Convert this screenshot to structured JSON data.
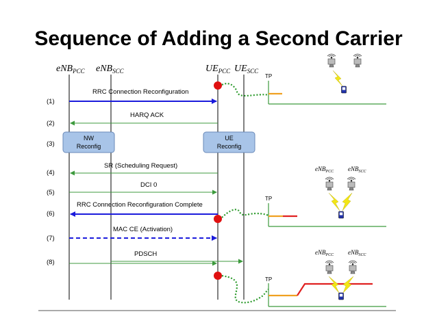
{
  "title": "Sequence of Adding a Second Carrier",
  "nodes": {
    "enb_pcc": {
      "main": "eNB",
      "sub": "PCC"
    },
    "enb_scc": {
      "main": "eNB",
      "sub": "SCC"
    },
    "ue_pcc": {
      "main": "UE",
      "sub": "PCC"
    },
    "ue_scc": {
      "main": "UE",
      "sub": "SCC"
    }
  },
  "steps": [
    "(1)",
    "(2)",
    "(3)",
    "(4)",
    "(5)",
    "(6)",
    "(7)",
    "(8)"
  ],
  "messages": [
    "RRC Connection Reconfiguration",
    "HARQ ACK",
    "SR (Scheduling Request)",
    "DCI 0",
    "RRC Connection Reconfiguration Complete",
    "MAC CE (Activation)",
    "PDSCH"
  ],
  "boxes": {
    "nw": [
      "NW",
      "Reconfig"
    ],
    "ue": [
      "UE",
      "Reconfig"
    ]
  },
  "tp_label": "TP",
  "mini_labels": {
    "pcc_main": "eNB",
    "pcc_sub": "PCC",
    "scc_main": "eNB",
    "scc_sub": "SCC"
  },
  "colors": {
    "blue_arrow": "#1a1adc",
    "green_arrow": "#3c9a3c",
    "red_dot": "#e01010",
    "dotted_green": "#2c9a2c",
    "orange": "#f0a020",
    "red_line": "#e02020",
    "box_fill": "#a8c4e8"
  }
}
